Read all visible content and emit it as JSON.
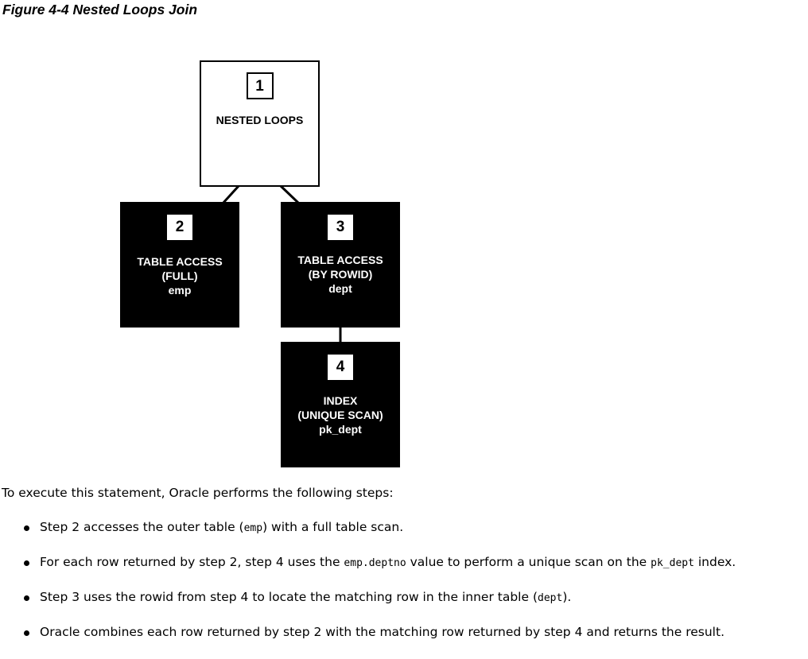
{
  "figure": {
    "title": "Figure 4-4 Nested Loops Join",
    "nodes": [
      {
        "id": "1",
        "lines": [
          "NESTED LOOPS"
        ]
      },
      {
        "id": "2",
        "lines": [
          "TABLE ACCESS",
          "(FULL)",
          "emp"
        ]
      },
      {
        "id": "3",
        "lines": [
          "TABLE ACCESS",
          "(BY ROWID)",
          "dept"
        ]
      },
      {
        "id": "4",
        "lines": [
          "INDEX",
          "(UNIQUE SCAN)",
          "pk_dept"
        ]
      }
    ]
  },
  "body": {
    "intro": "To execute this statement, Oracle performs the following steps:",
    "steps": [
      {
        "parts": [
          "Step 2 accesses the outer table (",
          "emp",
          ") with a full table scan."
        ]
      },
      {
        "parts": [
          "For each row returned by step 2, step 4 uses the ",
          "emp.deptno",
          " value to perform a unique scan on the ",
          "pk_dept",
          " index."
        ]
      },
      {
        "parts": [
          "Step 3 uses the rowid from step 4 to locate the matching row in the inner table (",
          "dept",
          ")."
        ]
      },
      {
        "parts": [
          "Oracle combines each row returned by step 2 with the matching row returned by step 4 and returns the result."
        ]
      }
    ]
  }
}
